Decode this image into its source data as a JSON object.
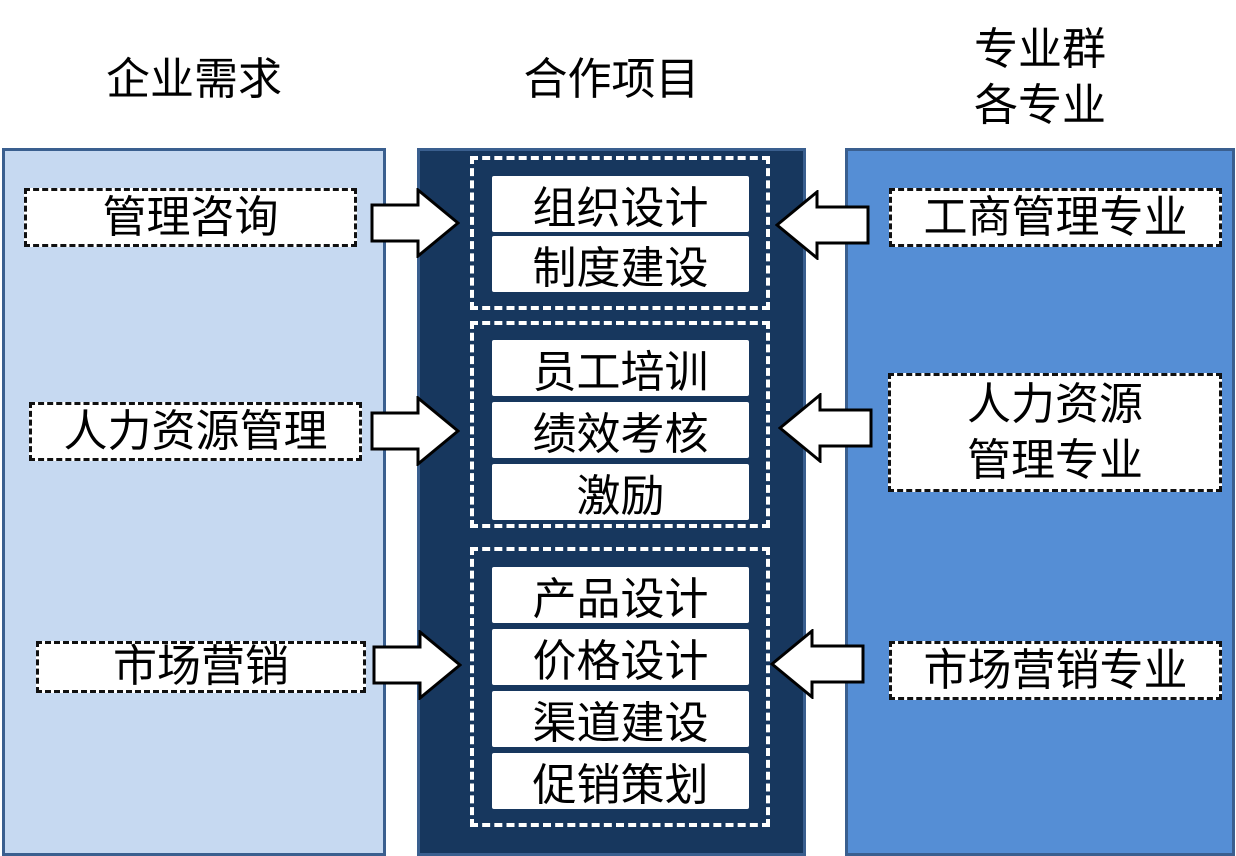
{
  "headers": {
    "left": "企业需求",
    "middle": "合作项目",
    "right_line1": "专业群",
    "right_line2": "各专业"
  },
  "enterprise_needs": [
    {
      "label": "管理咨询"
    },
    {
      "label": "人力资源管理"
    },
    {
      "label": "市场营销"
    }
  ],
  "projects": [
    {
      "items": [
        "组织设计",
        "制度建设"
      ]
    },
    {
      "items": [
        "员工培训",
        "绩效考核",
        "激励"
      ]
    },
    {
      "items": [
        "产品设计",
        "价格设计",
        "渠道建设",
        "促销策划"
      ]
    }
  ],
  "majors": [
    {
      "line1": "工商管理专业",
      "line2": ""
    },
    {
      "line1": "人力资源",
      "line2": "管理专业"
    },
    {
      "line1": "市场营销专业",
      "line2": ""
    }
  ],
  "colors": {
    "left_column": "#c6d9f1",
    "middle_column": "#17375e",
    "right_column": "#558ed5",
    "column_border": "#3a5f8f"
  },
  "icons": {
    "needs_to_projects": "arrow-right-icon",
    "majors_to_projects": "arrow-left-icon"
  }
}
